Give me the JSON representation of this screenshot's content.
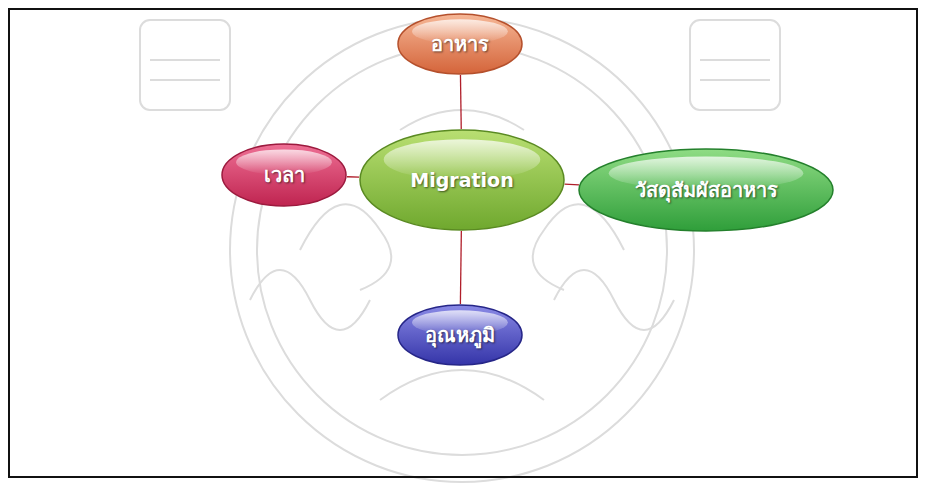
{
  "diagram": {
    "nodes": [
      {
        "text": [
          "อาหาร"
        ]
      },
      {
        "text": [
          "เวลา"
        ]
      },
      {
        "text": [
          "Migration"
        ]
      },
      {
        "text": [
          "วัสดุสัมผัสอาหาร"
        ]
      },
      {
        "text": [
          "อุณหภูมิ"
        ]
      }
    ],
    "edges": [
      {
        "from": 2,
        "to": 0,
        "arrow": "none"
      },
      {
        "from": 2,
        "to": 1,
        "arrow": "none"
      },
      {
        "from": 2,
        "to": 3,
        "arrow": "none"
      },
      {
        "from": 2,
        "to": 4,
        "arrow": "none"
      }
    ]
  }
}
